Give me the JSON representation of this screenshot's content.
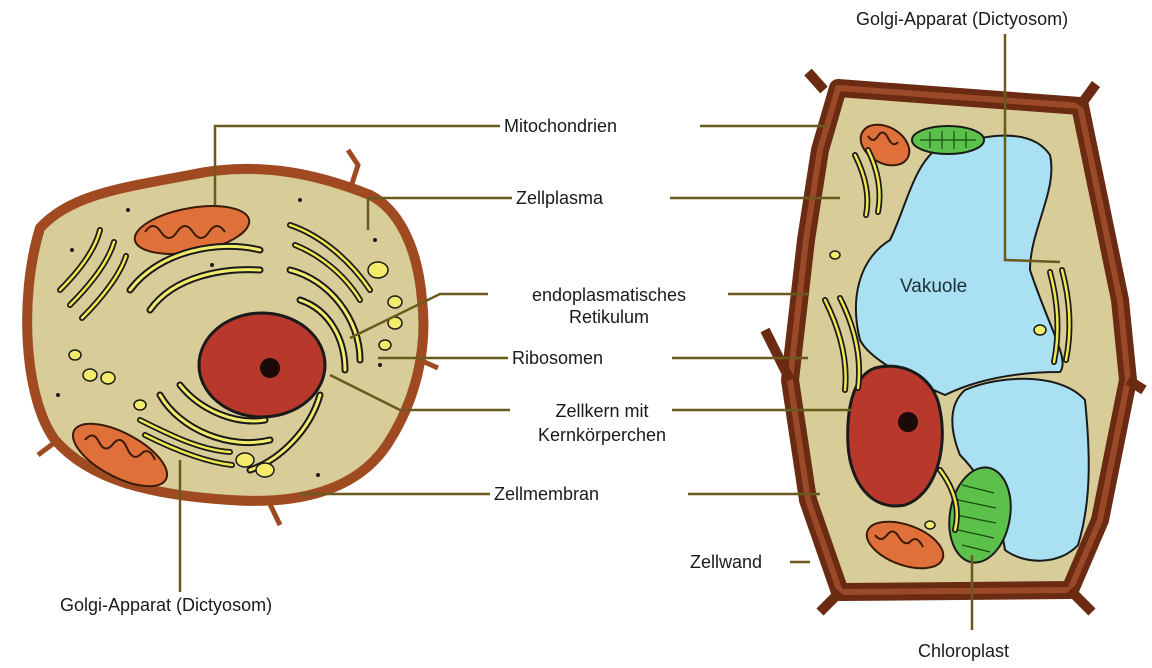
{
  "labels": {
    "mitochondrien": "Mitochondrien",
    "zellplasma": "Zellplasma",
    "er_line1": "endoplasmatisches",
    "er_line2": "Retikulum",
    "ribosomen": "Ribosomen",
    "zellkern_line1": "Zellkern mit",
    "zellkern_line2": "Kernkörperchen",
    "zellmembran": "Zellmembran",
    "golgi_left": "Golgi-Apparat (Dictyosom)",
    "golgi_right": "Golgi-Apparat (Dictyosom)",
    "zellwand": "Zellwand",
    "chloroplast": "Chloroplast",
    "vakuole": "Vakuole"
  },
  "colors": {
    "cell_wall": "#6b2a12",
    "membrane": "#a04a22",
    "cytoplasm": "#d8cc98",
    "nucleus": "#b8392c",
    "nucleolus": "#1a0a08",
    "mitochondria": "#e0703a",
    "er": "#f2ec6a",
    "golgi": "#f0e850",
    "vacuole": "#a9e1f2",
    "chloroplast": "#5cc14a",
    "leader_line": "#6b5a1e"
  }
}
